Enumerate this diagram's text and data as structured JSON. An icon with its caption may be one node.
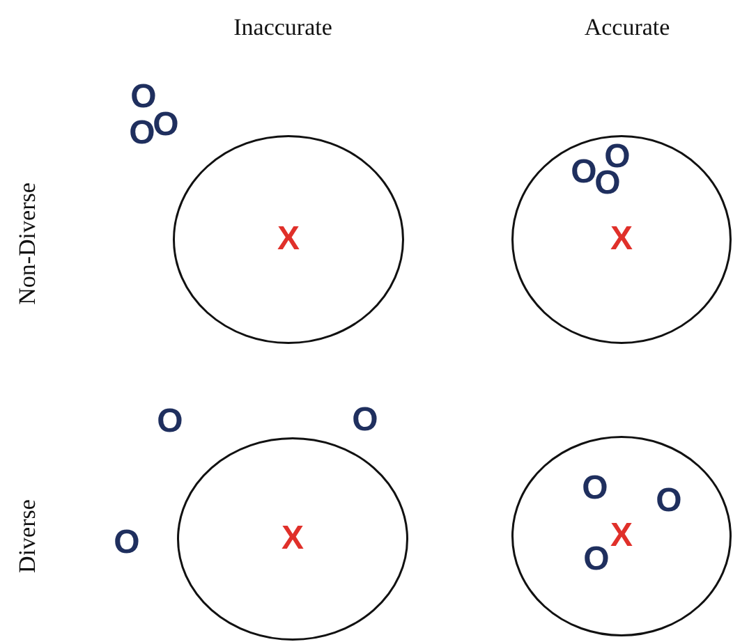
{
  "diagram": {
    "nodes": [
      {
        "text": [
          "X"
        ]
      },
      {
        "text": [
          "X"
        ]
      },
      {
        "text": [
          "X"
        ]
      },
      {
        "text": [
          "X"
        ]
      }
    ],
    "labels": [
      "Inaccurate",
      "Accurate",
      "Non-Diverse",
      "Diverse",
      "O",
      "O",
      "O",
      "O",
      "O",
      "O",
      "O",
      "O",
      "O",
      "O",
      "O",
      "O"
    ]
  }
}
